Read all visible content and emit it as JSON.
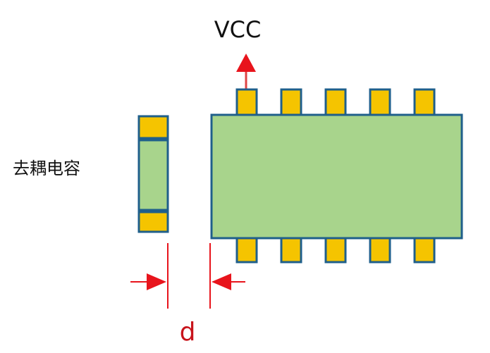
{
  "labels": {
    "vcc": "VCC",
    "capacitor": "去耦电容",
    "distance": "d"
  },
  "colors": {
    "body_fill": "#a8d48c",
    "pad_fill": "#f5c400",
    "outline": "#1f5f8b",
    "arrow": "#e8141c"
  }
}
